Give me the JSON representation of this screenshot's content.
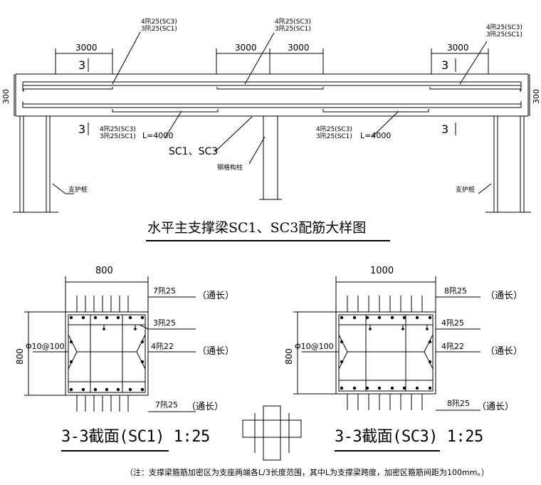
{
  "elevation": {
    "left_top_label": {
      "line1": "4阠25(SC3)",
      "line2": "3阠25(SC1)"
    },
    "mid_top_label": {
      "line1": "4阠25(SC3)",
      "line2": "3阠25(SC1)"
    },
    "right_top_label": {
      "line1": "4阠25(SC3)",
      "line2": "3阠25(SC1)"
    },
    "dim_left": "3000",
    "dim_mid_left": "3000",
    "dim_mid_right": "3000",
    "dim_right": "3000",
    "section_mark": "3",
    "depth_left": "300",
    "depth_right": "300",
    "left_bottom_label": {
      "line1": "4阠25(SC3)",
      "line2": "3阠25(SC1)",
      "length": "L=4000"
    },
    "right_bottom_label": {
      "line1": "4阠25(SC3)",
      "line2": "3阠25(SC1)",
      "length": "L=4000"
    },
    "beam_label": "SC1、SC3",
    "column_label": "钢格构柱",
    "pile_left": "支护桩",
    "pile_right": "支护桩",
    "title": "水平主支撑梁SC1、SC3配筋大样图"
  },
  "section_sc1": {
    "width": "800",
    "height": "800",
    "top_bars": "7阠25",
    "top_note": "（通长）",
    "extra_bars": "3阠25",
    "side_bars": "4阠22",
    "side_note": "（通长）",
    "stirrups": "Φ10@100",
    "bottom_bars": "7阠25",
    "bottom_note": "（通长）",
    "title": "3-3截面(SC1) 1:25"
  },
  "section_sc3": {
    "width": "1000",
    "height": "800",
    "top_bars": "8阠25",
    "top_note": "（通长）",
    "extra_bars": "4阠25",
    "side_bars": "4阠22",
    "side_note": "（通长）",
    "stirrups": "Φ10@100",
    "bottom_bars": "8阠25",
    "bottom_note": "（通长）",
    "title": "3-3截面(SC3) 1:25"
  },
  "note": "（注：支撑梁箍筋加密区为支座两端各L/3长度范围，其中L为支撑梁跨度，加密区箍筋间距为100mm。）"
}
